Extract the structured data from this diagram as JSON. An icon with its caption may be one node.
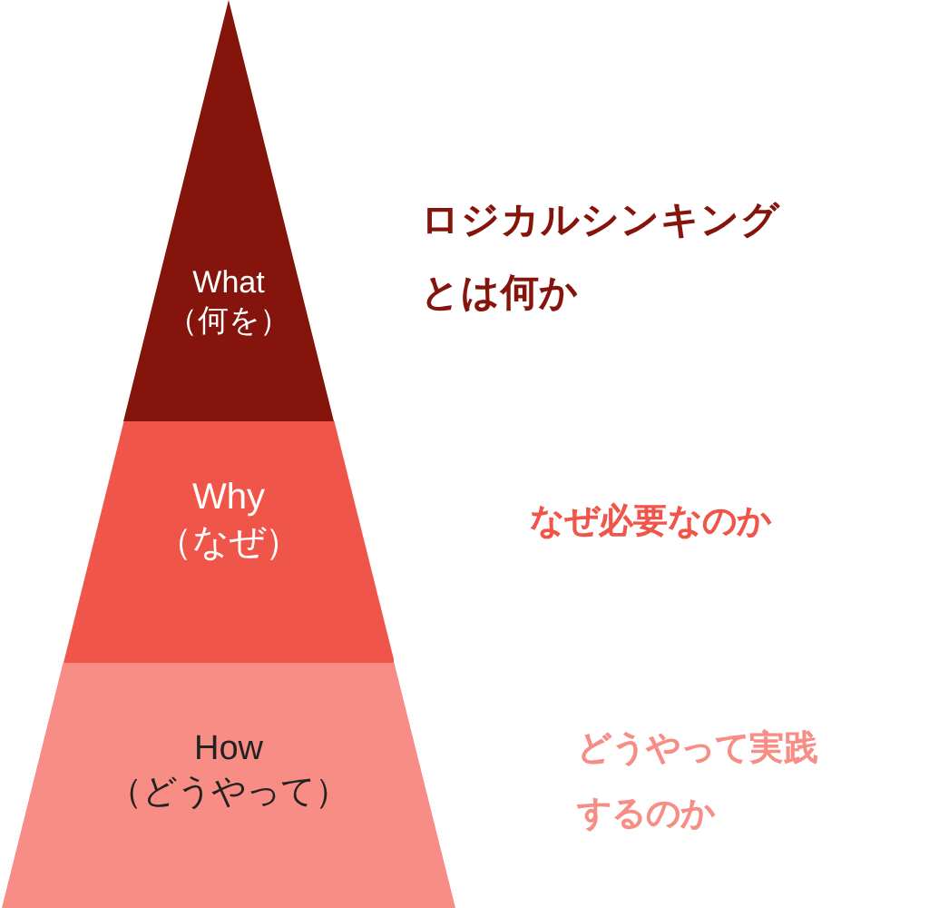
{
  "diagram": {
    "nodes": [
      {
        "text": [
          "What",
          "（何を）"
        ],
        "beside": [
          "ロジカルシンキングとは何か"
        ]
      },
      {
        "text": [
          "Why",
          "（なぜ）"
        ],
        "beside": [
          "なぜ必要なのか"
        ]
      },
      {
        "text": [
          "How",
          "（どうやって）"
        ],
        "beside": [
          "どうやって実践するのか"
        ]
      }
    ]
  }
}
